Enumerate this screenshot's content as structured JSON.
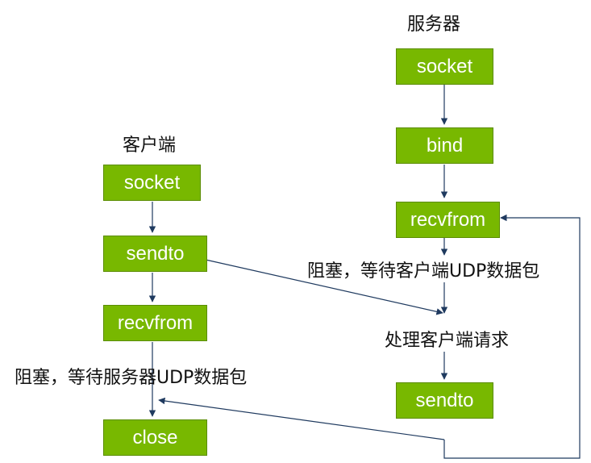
{
  "client": {
    "title": "客户端",
    "steps": [
      "socket",
      "sendto",
      "recvfrom",
      "close"
    ],
    "block_note": "阻塞，等待服务器UDP数据包"
  },
  "server": {
    "title": "服务器",
    "steps": [
      "socket",
      "bind",
      "recvfrom",
      "sendto"
    ],
    "block_note": "阻塞，等待客户端UDP数据包",
    "process_note": "处理客户端请求"
  },
  "colors": {
    "box_fill": "#78b800",
    "box_text": "#ffffff",
    "arrow": "#1f3a5f"
  }
}
